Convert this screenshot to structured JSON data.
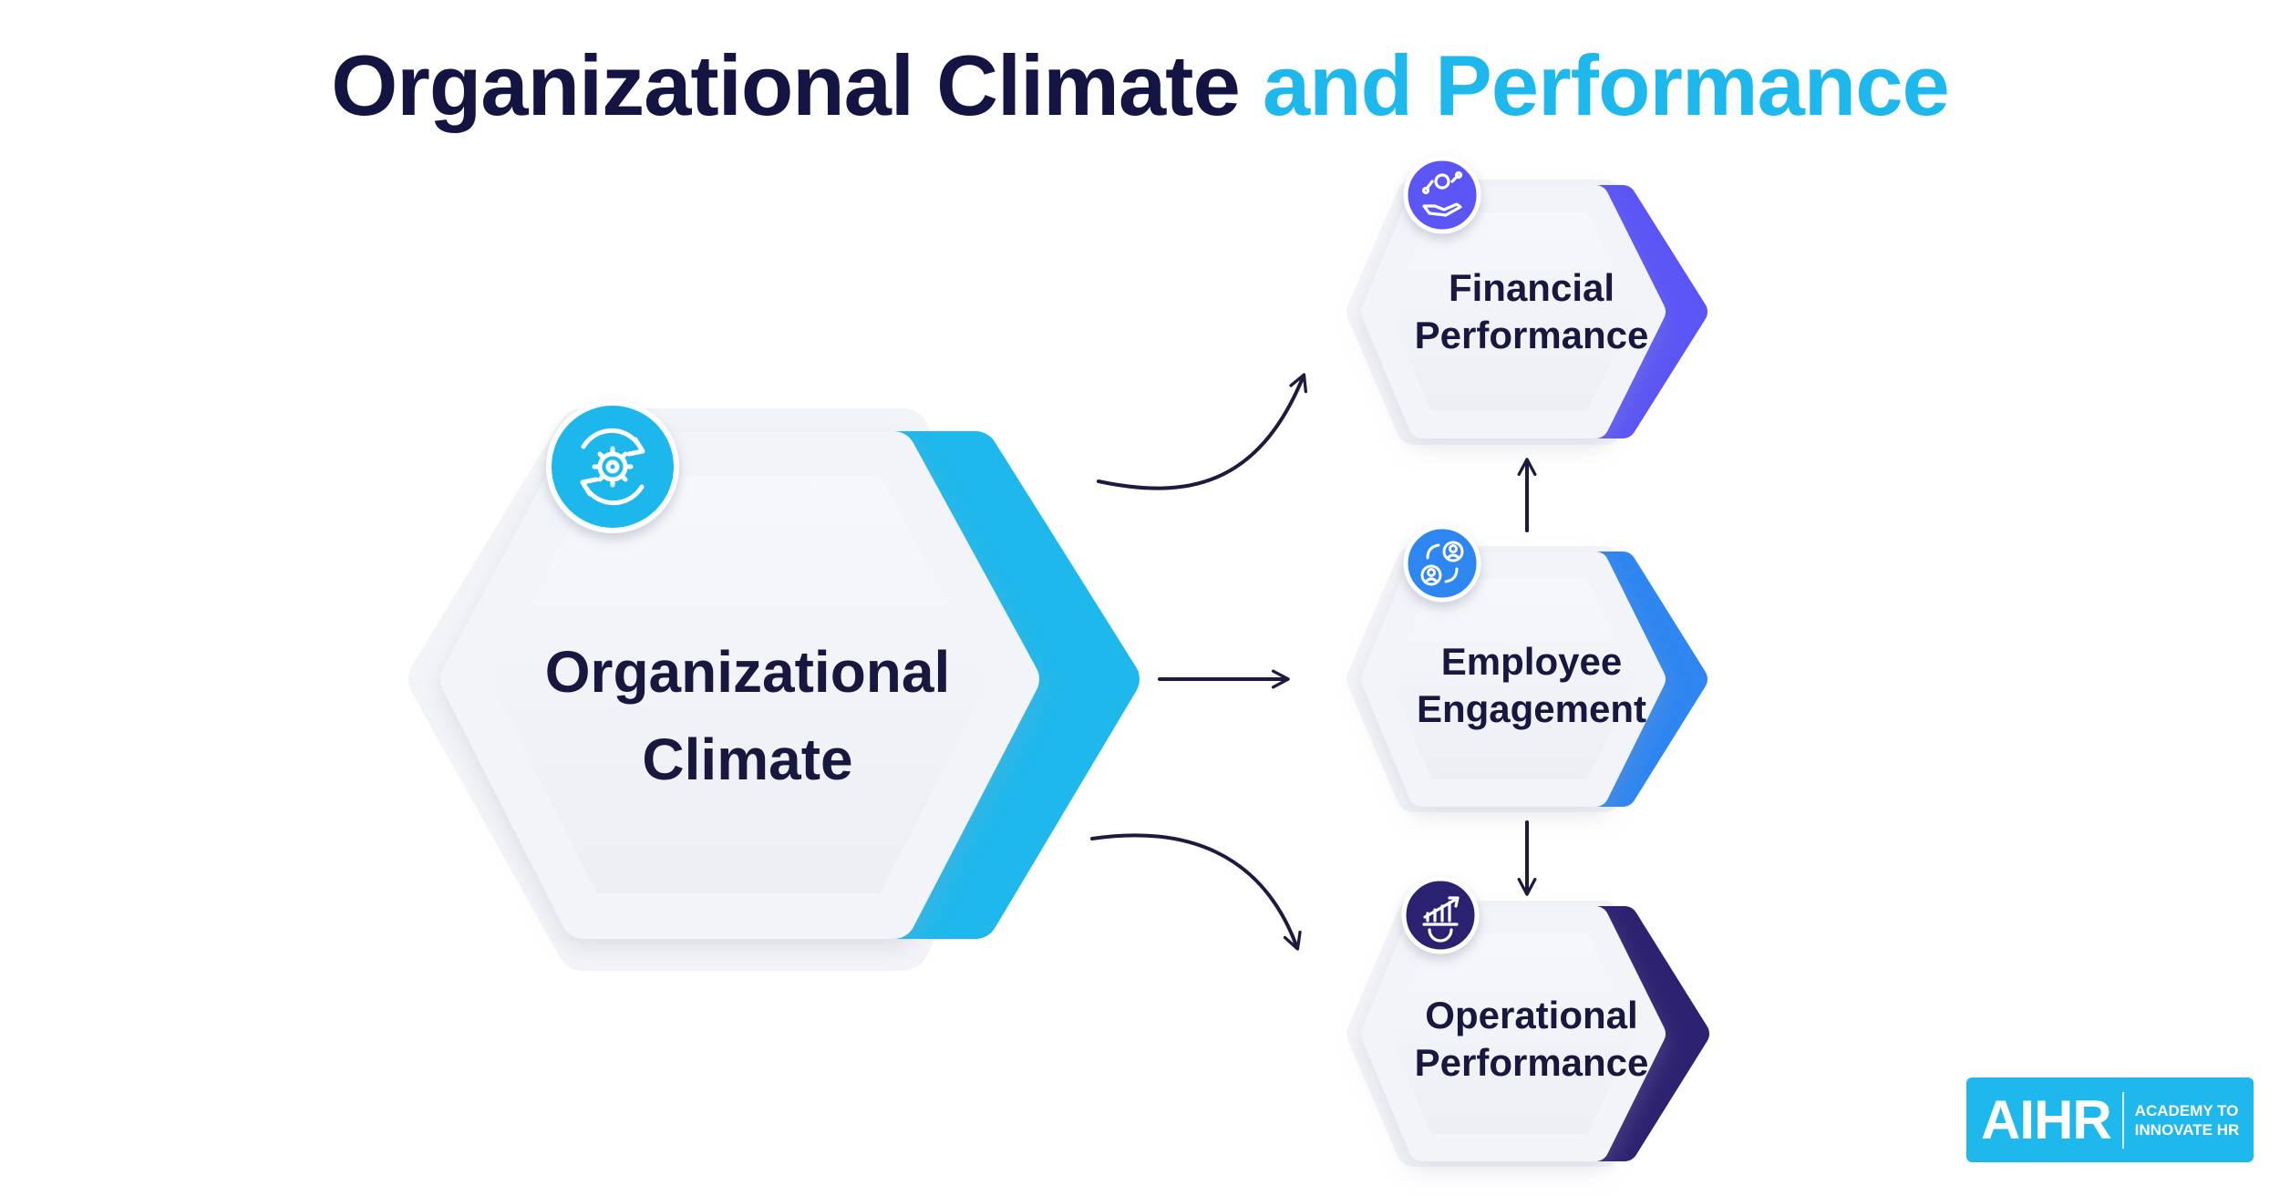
{
  "title": {
    "main": "Organizational Climate",
    "accent": "and Performance"
  },
  "nodes": {
    "climate": {
      "line1": "Organizational",
      "line2": "Climate",
      "icon": "gear-cycle-icon",
      "color": "#1fb8ec"
    },
    "financial": {
      "line1": "Financial",
      "line2": "Performance",
      "icon": "money-hand-growth-icon",
      "color": "#5b55f5"
    },
    "engagement": {
      "line1": "Employee",
      "line2": "Engagement",
      "icon": "people-exchange-icon",
      "color": "#2f86f0"
    },
    "operational": {
      "line1": "Operational",
      "line2": "Performance",
      "icon": "bar-chart-gear-icon",
      "color": "#2c2270"
    }
  },
  "edges": [
    {
      "from": "Organizational Climate",
      "to": "Financial Performance"
    },
    {
      "from": "Organizational Climate",
      "to": "Employee Engagement"
    },
    {
      "from": "Organizational Climate",
      "to": "Operational Performance"
    },
    {
      "from": "Employee Engagement",
      "to": "Financial Performance"
    },
    {
      "from": "Employee Engagement",
      "to": "Operational Performance"
    }
  ],
  "logo": {
    "mark": "AIHR",
    "line1": "ACADEMY TO",
    "line2": "INNOVATE HR"
  },
  "colors": {
    "title": "#141442",
    "accent": "#1fb8ec",
    "hex_face": "#f2f4f8",
    "arrow": "#1c1a3e"
  }
}
